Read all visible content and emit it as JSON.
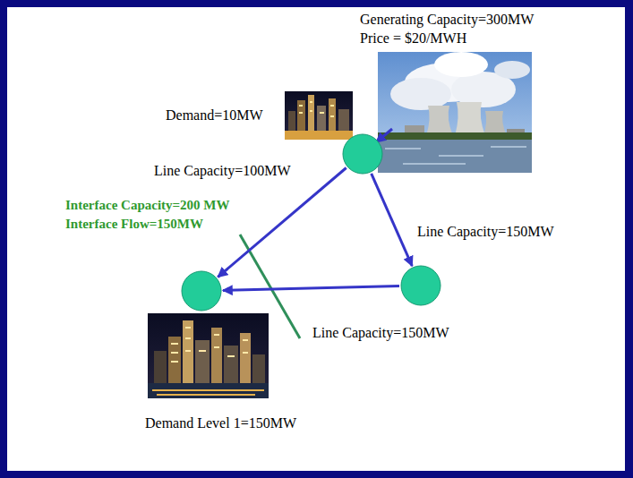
{
  "diagram": {
    "nodes": [
      {
        "text": []
      },
      {
        "text": []
      },
      {
        "text": []
      }
    ],
    "edges": [
      {
        "from": 0,
        "to": 1,
        "arrow": "to",
        "label": "Line Capacity=100MW"
      },
      {
        "from": 0,
        "to": 2,
        "arrow": "to",
        "label": "Line Capacity=150MW"
      },
      {
        "from": 2,
        "to": 1,
        "arrow": "to",
        "label": "Line Capacity=150MW"
      }
    ],
    "labels": [
      "Generating Capacity=300MW",
      "Price = $20/MWH",
      "Demand=10MW",
      "Interface Capacity=200 MW",
      "Interface Flow=150MW",
      "Demand Level 1=150MW"
    ]
  }
}
